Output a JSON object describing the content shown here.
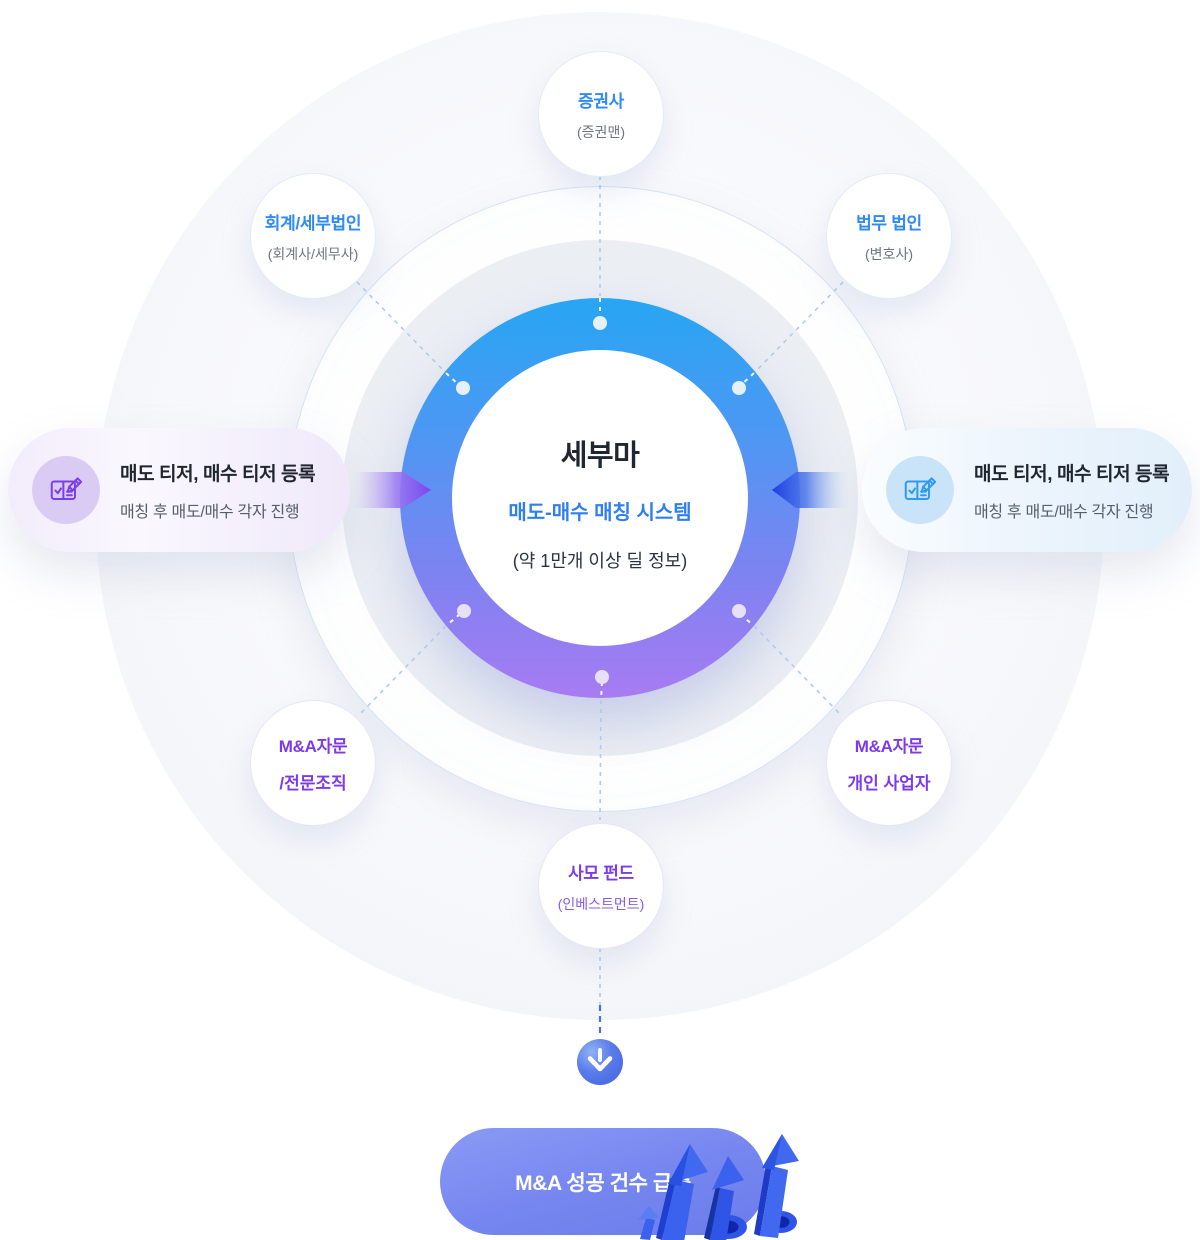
{
  "center": {
    "title": "세부마",
    "subtitle": "매도-매수 매칭 시스템",
    "note": "(약 1만개 이상 딜 정보)"
  },
  "satellites": [
    {
      "id": "securities-firm",
      "title": "증권사",
      "subtitle": "(증권맨)",
      "accent": "blue"
    },
    {
      "id": "accounting-tax-firm",
      "title": "회계/세부법인",
      "subtitle": "(회계사/세무사)",
      "accent": "blue"
    },
    {
      "id": "law-firm",
      "title": "법무 법인",
      "subtitle": "(변호사)",
      "accent": "blue"
    },
    {
      "id": "ma-advisory-org",
      "title": "M&A자문",
      "subtitle": "/전문조직",
      "accent": "purple"
    },
    {
      "id": "ma-advisory-individual",
      "title": "M&A자문",
      "subtitle": "개인 사업자",
      "accent": "purple"
    },
    {
      "id": "private-equity-fund",
      "title": "사모 펀드",
      "subtitle": "(인베스트먼트)",
      "accent": "purple"
    }
  ],
  "side_cards": {
    "left": {
      "title": "매도 티저, 매수 티저 등록",
      "subtitle": "매칭 후 매도/매수 각자 진행",
      "icon": "note-pencil-icon",
      "accent": "#7B3FE8"
    },
    "right": {
      "title": "매도 티저, 매수 티저 등록",
      "subtitle": "매칭 후 매도/매수 각자 진행",
      "icon": "note-pencil-icon",
      "accent": "#2E9BEF"
    }
  },
  "outcome": {
    "label": "M&A 성공 건수 급증",
    "icon": "growth-arrows-icon"
  },
  "flow": {
    "down_icon": "arrow-down-icon"
  },
  "colors": {
    "blue_accent": "#2F8AF5",
    "purple_accent": "#7C3AED",
    "ring_gradient_top": "#27A6F3",
    "ring_gradient_bottom": "#A87BF2",
    "left_arrow": "#7C4DF0",
    "right_arrow": "#1D3FE0",
    "outcome_pill": "#7585EF",
    "dash_light": "#AECBEF",
    "dash_strong": "#4673DC"
  }
}
